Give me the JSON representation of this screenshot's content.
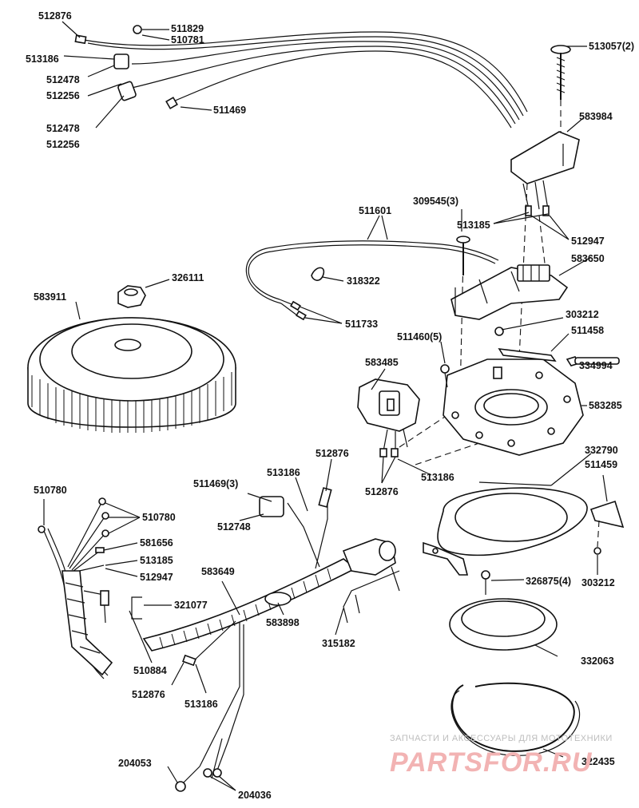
{
  "labels": {
    "l512876a": "512876",
    "l511829": "511829",
    "l510781": "510781",
    "l513186a": "513186",
    "l512478a": "512478",
    "l512256a": "512256",
    "l512478b": "512478",
    "l512256b": "512256",
    "l511469a": "511469",
    "l513057": "513057(2)",
    "l583984": "583984",
    "l309545": "309545(3)",
    "l511601": "511601",
    "l513185a": "513185",
    "l512947a": "512947",
    "l583650": "583650",
    "l318322": "318322",
    "l511733": "511733",
    "l326111": "326111",
    "l583911": "583911",
    "l303212a": "303212",
    "l511458": "511458",
    "l511460": "511460(5)",
    "l334994": "334994",
    "l583485": "583485",
    "l583285": "583285",
    "l512876b": "512876",
    "l513186b": "513186",
    "l513186c": "513186",
    "l512876c": "512876",
    "l332790": "332790",
    "l511459": "511459",
    "l510780a": "510780",
    "l510780b": "510780",
    "l511469b": "511469(3)",
    "l512748": "512748",
    "l581656": "581656",
    "l513185b": "513185",
    "l512947b": "512947",
    "l583649": "583649",
    "l321077": "321077",
    "l303212b": "303212",
    "l326875": "326875(4)",
    "l583898": "583898",
    "l315182": "315182",
    "l332063": "332063",
    "l510884": "510884",
    "l512876d": "512876",
    "l513186d": "513186",
    "l322435": "322435",
    "l204053": "204053",
    "l204036": "204036"
  },
  "watermark": {
    "line1": "ЗАПЧАСТИ И АКСЕССУАРЫ ДЛЯ МОТОТЕХНИКИ",
    "logo": "PARTSFOR.RU"
  }
}
